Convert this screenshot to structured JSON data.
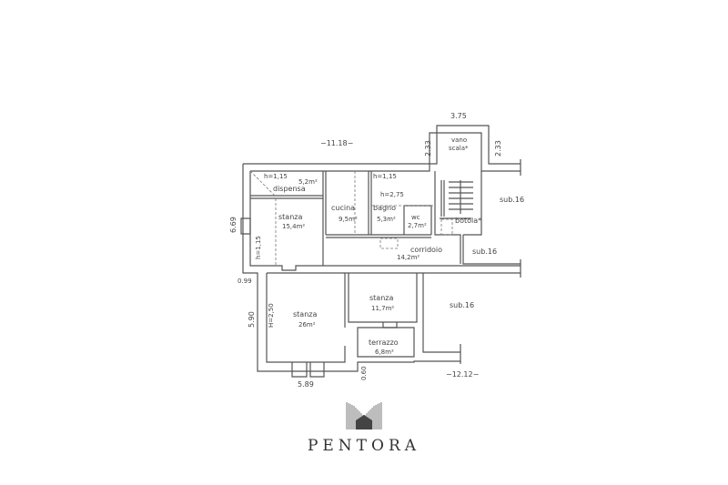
{
  "plan": {
    "rooms": {
      "dispensa": {
        "name": "dispensa",
        "area": "5,2m²",
        "height": "h=1,15"
      },
      "stanza_small": {
        "name": "stanza",
        "area": "15,4m²",
        "height": "h=1,15"
      },
      "cucina": {
        "name": "cucina",
        "area": "9,5m²"
      },
      "bagno": {
        "name": "bagno",
        "area": "5,3m²",
        "height_a": "h=1,15",
        "height_b": "h=2,75"
      },
      "wc": {
        "name": "wc",
        "area": "2,7m²"
      },
      "vano_scala": {
        "name_1": "vano",
        "name_2": "scala*"
      },
      "botola": {
        "name": "botola*"
      },
      "corridoio": {
        "name": "corridoio",
        "area": "14,2m²"
      },
      "stanza_large": {
        "name": "stanza",
        "area": "26m²",
        "height": "H=2,50"
      },
      "stanza_mid": {
        "name": "stanza",
        "area": "11,7m²"
      },
      "terrazzo": {
        "name": "terrazzo",
        "area": "6,8m²"
      }
    },
    "neighbors": [
      "sub.16",
      "sub.16",
      "sub.16"
    ],
    "dimensions": {
      "top_width": "−11.18−",
      "stair_width": "3.75",
      "stair_left": "2.33",
      "stair_right": "2.33",
      "left_height": "6.69",
      "left_gap": "0.99",
      "lower_height": "5.90",
      "bottom_width": "5.89",
      "terrace_step": "0.60",
      "total_width": "−12.12−"
    }
  },
  "brand": {
    "name": "PENTORA"
  }
}
